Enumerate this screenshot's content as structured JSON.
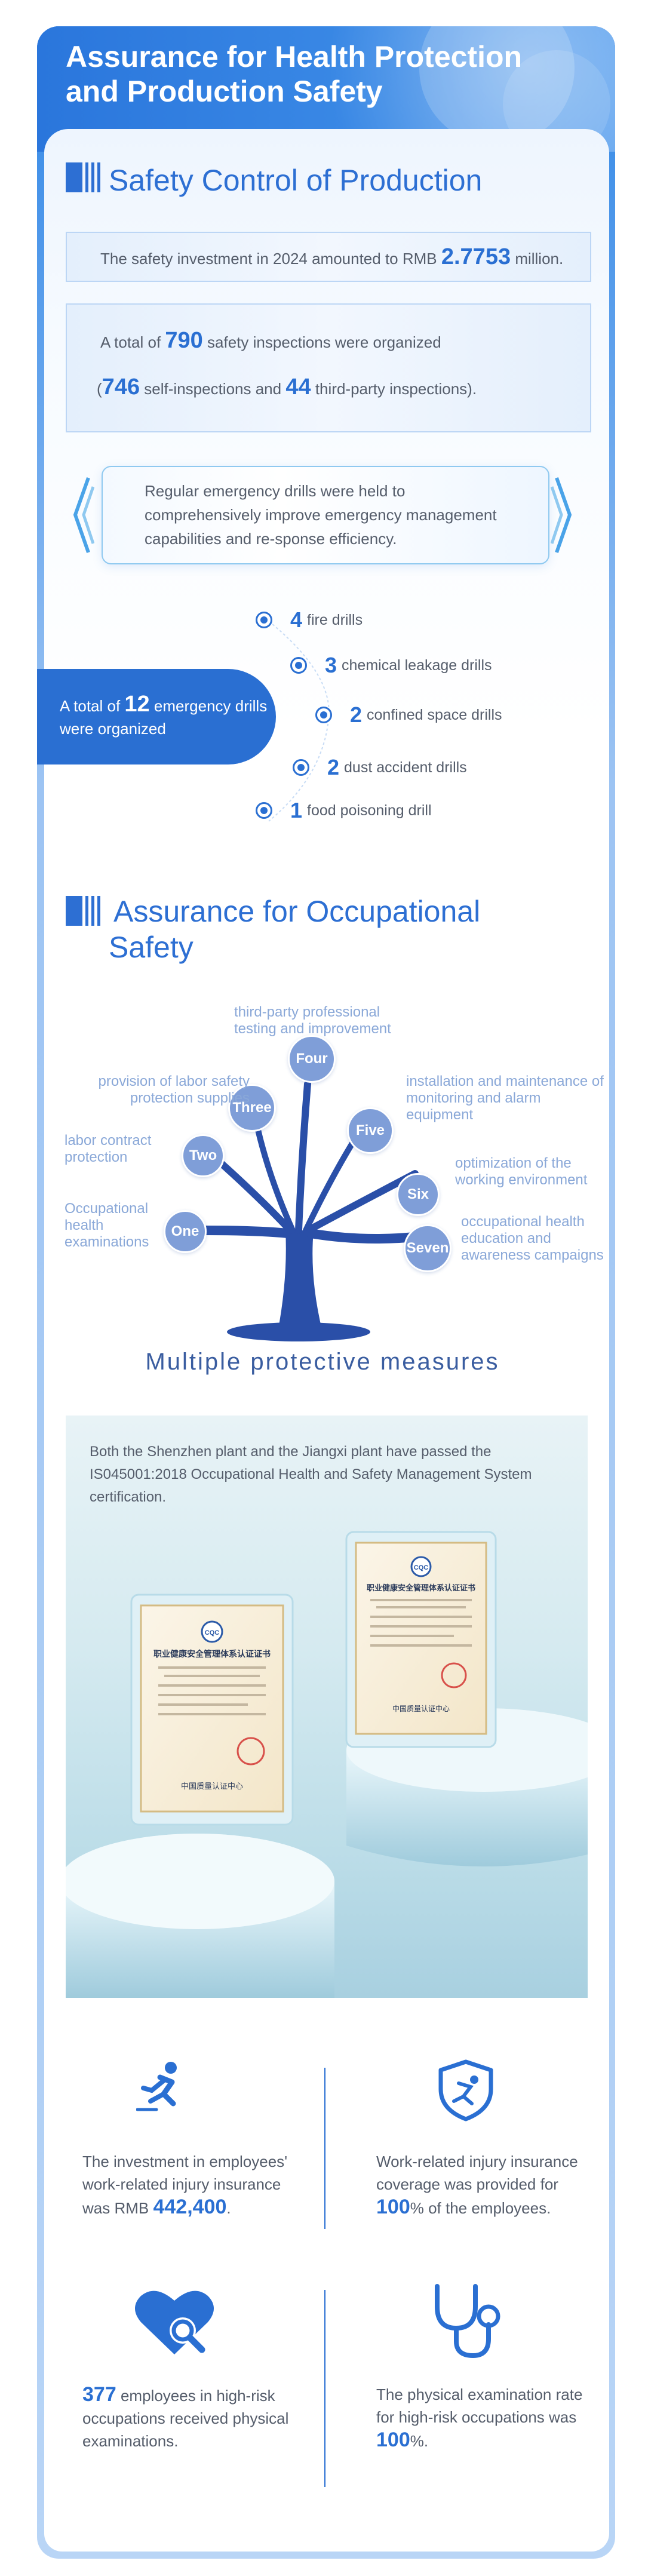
{
  "page_title": "Assurance for Health Protection and Production Safety",
  "colors": {
    "accent": "#2a6fd2",
    "light_blue": "#8aa8d8",
    "text": "#555d6b"
  },
  "production": {
    "title": "Safety Control of Production",
    "investment": {
      "pre": "The safety investment in 2024 amounted to RMB ",
      "value": "2.7753",
      "post": " million."
    },
    "inspections": {
      "pre": "A total of ",
      "total": "790",
      "post": " safety inspections were organized",
      "l2_open": "(",
      "self": "746",
      "mid": " self-inspections and ",
      "third": "44",
      "l2_close": " third-party inspections)."
    },
    "drills_note": "Regular emergency drills were held to comprehensively improve emergency management capabilities and re-sponse efficiency.",
    "drills_total": {
      "pre": "A total of ",
      "value": "12",
      "post": " emergency drills were organized"
    },
    "drills": [
      {
        "num": "4",
        "label": "fire drills"
      },
      {
        "num": "3",
        "label": "chemical leakage drills"
      },
      {
        "num": "2",
        "label": "confined space drills"
      },
      {
        "num": "2",
        "label": "dust accident drills"
      },
      {
        "num": "1",
        "label": "food poisoning drill"
      }
    ]
  },
  "occupational": {
    "title_line1": "Assurance for Occupational",
    "title_line2": "Safety",
    "tree_nodes": [
      {
        "num": "One",
        "label": "Occupational health examinations"
      },
      {
        "num": "Two",
        "label": "labor contract protection"
      },
      {
        "num": "Three",
        "label": "provision of labor safety protection supplies"
      },
      {
        "num": "Four",
        "label": "third-party professional testing and improvement"
      },
      {
        "num": "Five",
        "label": "installation and maintenance of monitoring and alarm equipment"
      },
      {
        "num": "Six",
        "label": "optimization of the working environment"
      },
      {
        "num": "Seven",
        "label": "occupational health education and awareness campaigns"
      }
    ],
    "tree_caption": "Multiple protective measures",
    "cert_text": "Both the Shenzhen plant and the Jiangxi plant have passed the IS045001:2018 Occupational Health and Safety Management System certification.",
    "cert_title": "职业健康安全管理体系认证证书",
    "cert_issuer": "中国质量认证中心",
    "cert_logo": "CQC"
  },
  "stats": [
    {
      "icon": "falling-person-icon",
      "pre": "The investment in employees' work-related injury insurance was RMB ",
      "value": "442,400",
      "post": "."
    },
    {
      "icon": "shield-injury-icon",
      "pre": "Work-related injury insurance coverage was provided for ",
      "value": "100",
      "post": "% of the employees."
    },
    {
      "icon": "heart-search-icon",
      "pre": "",
      "value": "377",
      "post": " employees in high-risk occupations received physical examinations."
    },
    {
      "icon": "stethoscope-icon",
      "pre": "The physical examination rate for high-risk occupations was ",
      "value": "100",
      "post": "%."
    }
  ]
}
